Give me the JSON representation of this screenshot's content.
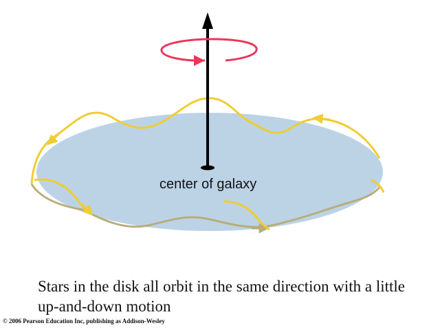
{
  "diagram": {
    "center_label": "center of galaxy",
    "colors": {
      "disk": "#bcd3e6",
      "orbit": "#f0cd30",
      "orbit_shadow": "#b8ad7a",
      "rotation_arrow": "#e8385a",
      "axis": "#000000"
    },
    "icons": [
      "rotation-arrow-icon",
      "axis-arrow-icon"
    ]
  },
  "caption": "Stars in the disk all orbit in the same direction with a little up-and-down motion",
  "copyright": "© 2006 Pearson Education Inc, publishing as Addison-Wesley"
}
